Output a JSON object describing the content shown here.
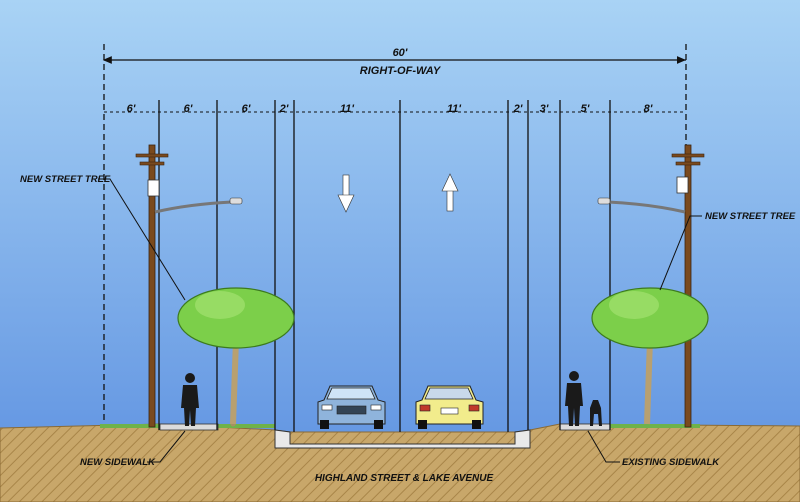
{
  "overall": {
    "width": "60'",
    "label": "RIGHT-OF-WAY"
  },
  "segments": [
    "6'",
    "6'",
    "6'",
    "2'",
    "11'",
    "11'",
    "2'",
    "3'",
    "5'",
    "8'"
  ],
  "callouts": {
    "tree_left": "NEW STREET TREE",
    "tree_right": "NEW STREET TREE",
    "sidewalk_left": "NEW SIDEWALK",
    "sidewalk_right": "EXISTING SIDEWALK"
  },
  "street_name": "HIGHLAND STREET & LAKE AVENUE",
  "lane_directions": [
    "down-arrow",
    "up-arrow"
  ],
  "colors": {
    "sky_top": "#a9d3f5",
    "sky_bottom": "#5b8fe0",
    "ground": "#c8a76a",
    "grass": "#6fb24a",
    "tree_foliage": "#7ccf4a",
    "pole": "#7a4a1e",
    "car_left": "#8fb4dc",
    "car_right": "#f2ec8c"
  }
}
